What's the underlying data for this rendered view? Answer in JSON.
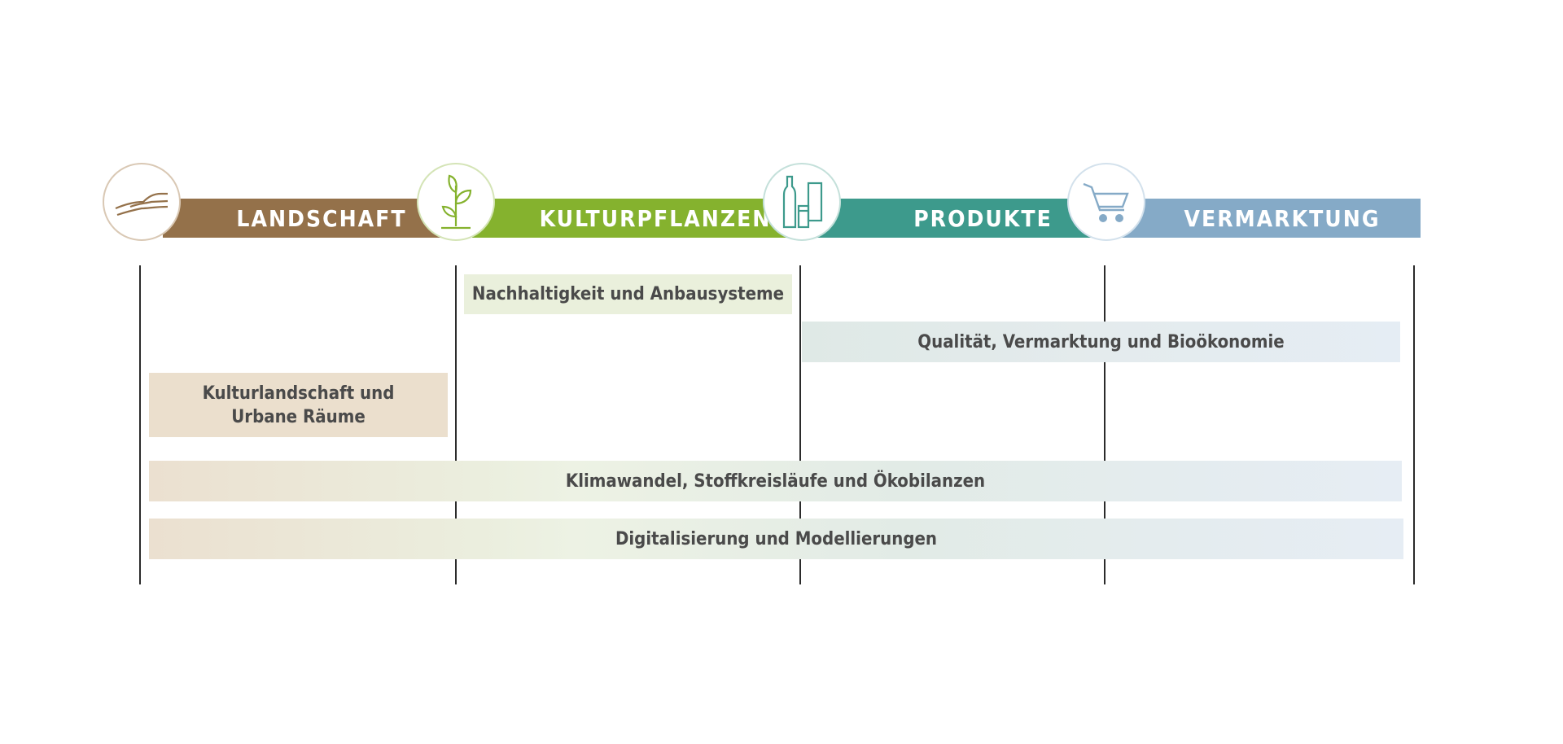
{
  "stages": [
    {
      "label": "LANDSCHAFT",
      "icon": "landscape-icon",
      "color": "#94714a"
    },
    {
      "label": "KULTURPFLANZEN",
      "icon": "sprout-icon",
      "color": "#85b22e"
    },
    {
      "label": "PRODUKTE",
      "icon": "bottles-icon",
      "color": "#3d9a8c"
    },
    {
      "label": "VERMARKTUNG",
      "icon": "shopping-cart-icon",
      "color": "#85aac7"
    }
  ],
  "topics": {
    "nachhaltigkeit": "Nachhaltigkeit und Anbausysteme",
    "qualitaet": "Qualität, Vermarktung und Bioökonomie",
    "kulturlandschaft_line1": "Kulturlandschaft und",
    "kulturlandschaft_line2": "Urbane Räume",
    "klimawandel": "Klimawandel, Stoffkreisläufe und Ökobilanzen",
    "digitalisierung": "Digitalisierung und Modellierungen"
  }
}
